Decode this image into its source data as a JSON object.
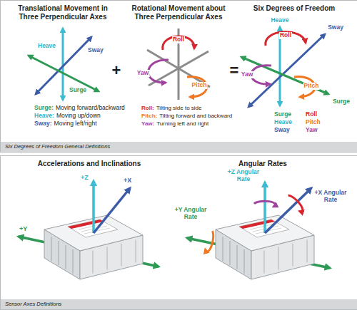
{
  "diagram": {
    "nodes": [
      {
        "text": [
          "Six Degrees of Freedom General Definitions"
        ]
      },
      {
        "text": [
          "Sensor Axes Definitions"
        ]
      }
    ],
    "labels": [
      "Translational Movement in Three Perpendicular Axes",
      "Rotational Movement about Three Perpendicular Axes",
      "Six Degrees of Freedom",
      "Heave",
      "Sway",
      "Surge",
      "+",
      "Roll",
      "Yaw",
      "Pitch",
      "=",
      "Heave",
      "Sway",
      "Roll",
      "Yaw",
      "Pitch",
      "Surge",
      "Surge:",
      "Moving forward/backward",
      "Heave:",
      "Moving up/down",
      "Sway:",
      "Moving left/right",
      "Roll:",
      "Tilting side to side",
      "Pitch:",
      "Tilting forward and backward",
      "Yaw:",
      "Turning left and right",
      "Surge",
      "Roll",
      "Heave",
      "Pitch",
      "Sway",
      "Yaw",
      "Accelerations and Inclinations",
      "Angular Rates",
      "+Z",
      "+X",
      "+Y",
      "+Z Angular Rate",
      "+X Angular Rate",
      "+Y Angular Rate"
    ]
  }
}
